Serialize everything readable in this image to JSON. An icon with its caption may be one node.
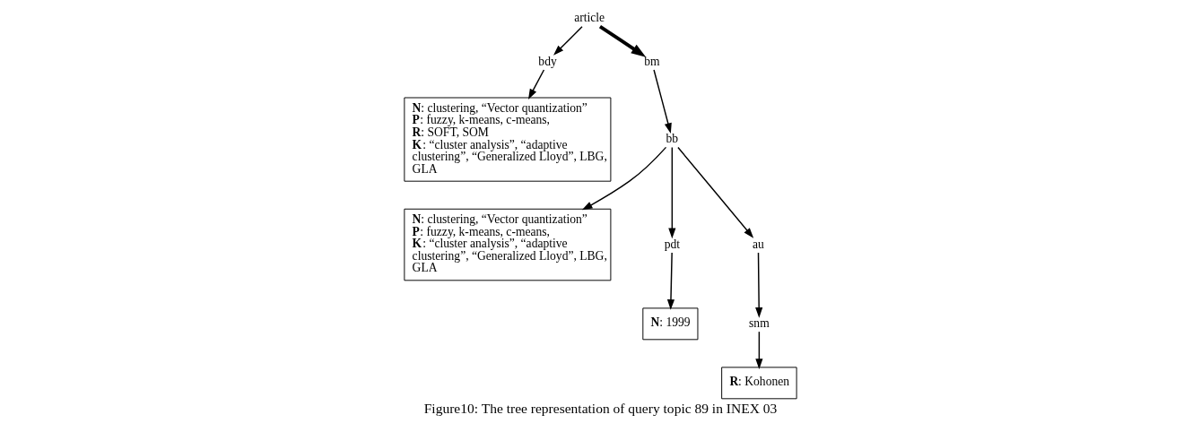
{
  "diagram": {
    "caption": "Figure10: The tree representation of query topic 89 in INEX 03",
    "nodes": [
      {
        "text": [
          "article"
        ]
      },
      {
        "text": [
          "bdy"
        ]
      },
      {
        "text": [
          "bm"
        ]
      },
      {
        "text": [
          "**N**: clustering, “Vector quantization”",
          "**P**: fuzzy, k-means, c-means,",
          "**R**: SOFT, SOM",
          "**K**: “cluster analysis”, “adaptive clustering”, “Generalized Lloyd”, LBG, GLA"
        ]
      },
      {
        "text": [
          "bb"
        ]
      },
      {
        "text": [
          "**N**: clustering, “Vector quantization”",
          "**P**: fuzzy, k-means, c-means,",
          "**K**: “cluster analysis”, “adaptive clustering”, “Generalized Lloyd”, LBG, GLA"
        ]
      },
      {
        "text": [
          "pdt"
        ]
      },
      {
        "text": [
          "au"
        ]
      },
      {
        "text": [
          "**N**: 1999"
        ]
      },
      {
        "text": [
          "snm"
        ]
      },
      {
        "text": [
          "**R**: Kohonen"
        ]
      }
    ],
    "edges": [
      {
        "from": 0,
        "to": 1,
        "arrow": "to"
      },
      {
        "from": 0,
        "to": 2,
        "arrow": "to",
        "style": "thick"
      },
      {
        "from": 1,
        "to": 3,
        "arrow": "to"
      },
      {
        "from": 2,
        "to": 4,
        "arrow": "to"
      },
      {
        "from": 4,
        "to": 5,
        "arrow": "to"
      },
      {
        "from": 4,
        "to": 6,
        "arrow": "to"
      },
      {
        "from": 4,
        "to": 7,
        "arrow": "to"
      },
      {
        "from": 6,
        "to": 8,
        "arrow": "to"
      },
      {
        "from": 7,
        "to": 9,
        "arrow": "to"
      },
      {
        "from": 9,
        "to": 10,
        "arrow": "to"
      }
    ]
  }
}
